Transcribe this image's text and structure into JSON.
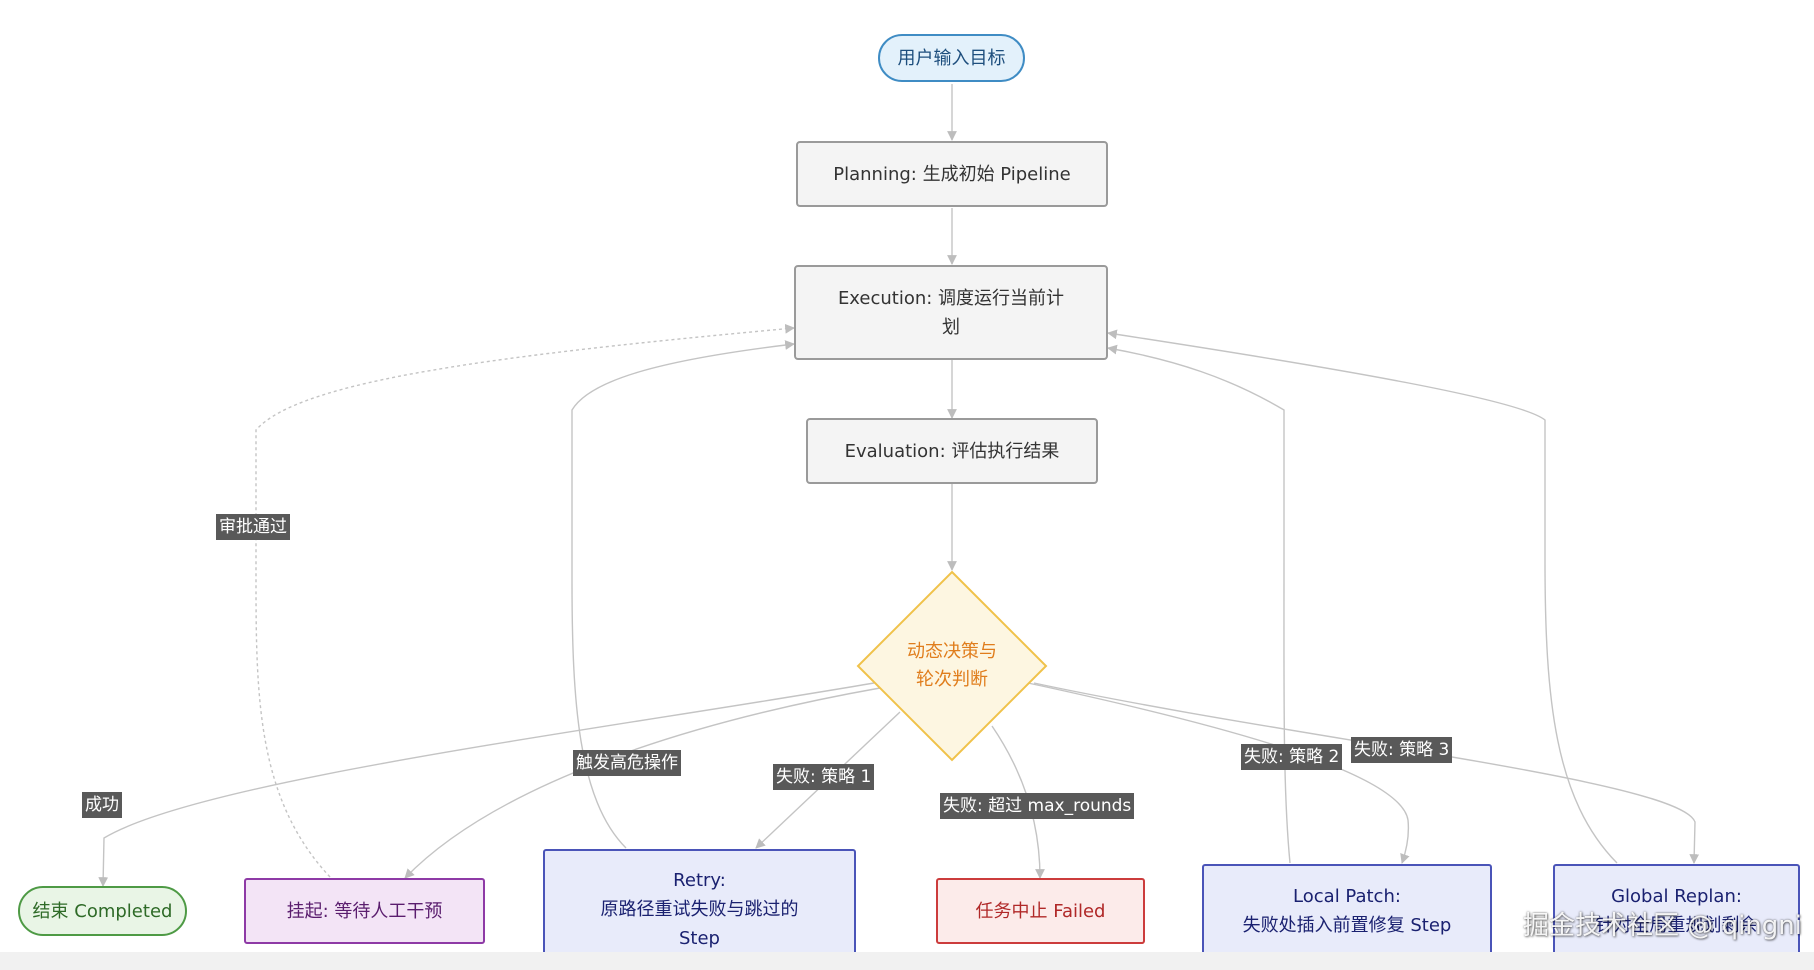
{
  "nodes": {
    "start": "用户输入目标",
    "planning": "Planning: 生成初始 Pipeline",
    "execution": "Execution: 调度运行当前计\n划",
    "evaluation": "Evaluation: 评估执行结果",
    "decision": "动态决策与\n轮次判断",
    "completed": "结束 Completed",
    "suspend": "挂起: 等待人工干预",
    "retry": "Retry:\n原路径重试失败与跳过的\nStep",
    "failed": "任务中止 Failed",
    "local_patch": "Local Patch:\n失败处插入前置修复 Step",
    "global_replan": "Global Replan:\n针对全局重规划剩余"
  },
  "edge_labels": {
    "approve": "审批通过",
    "success": "成功",
    "high_risk": "触发高危操作",
    "strategy1": "失败: 策略 1",
    "max_rounds": "失败: 超过 max_rounds",
    "strategy2": "失败: 策略 2",
    "strategy3": "失败: 策略 3"
  },
  "watermark": "掘金技术社区 @ qingni",
  "colors": {
    "edge": "#c4c4c4",
    "decision_fill": "#fdf6e1",
    "decision_stroke": "#f0c24a",
    "decision_text": "#e07d1c"
  }
}
